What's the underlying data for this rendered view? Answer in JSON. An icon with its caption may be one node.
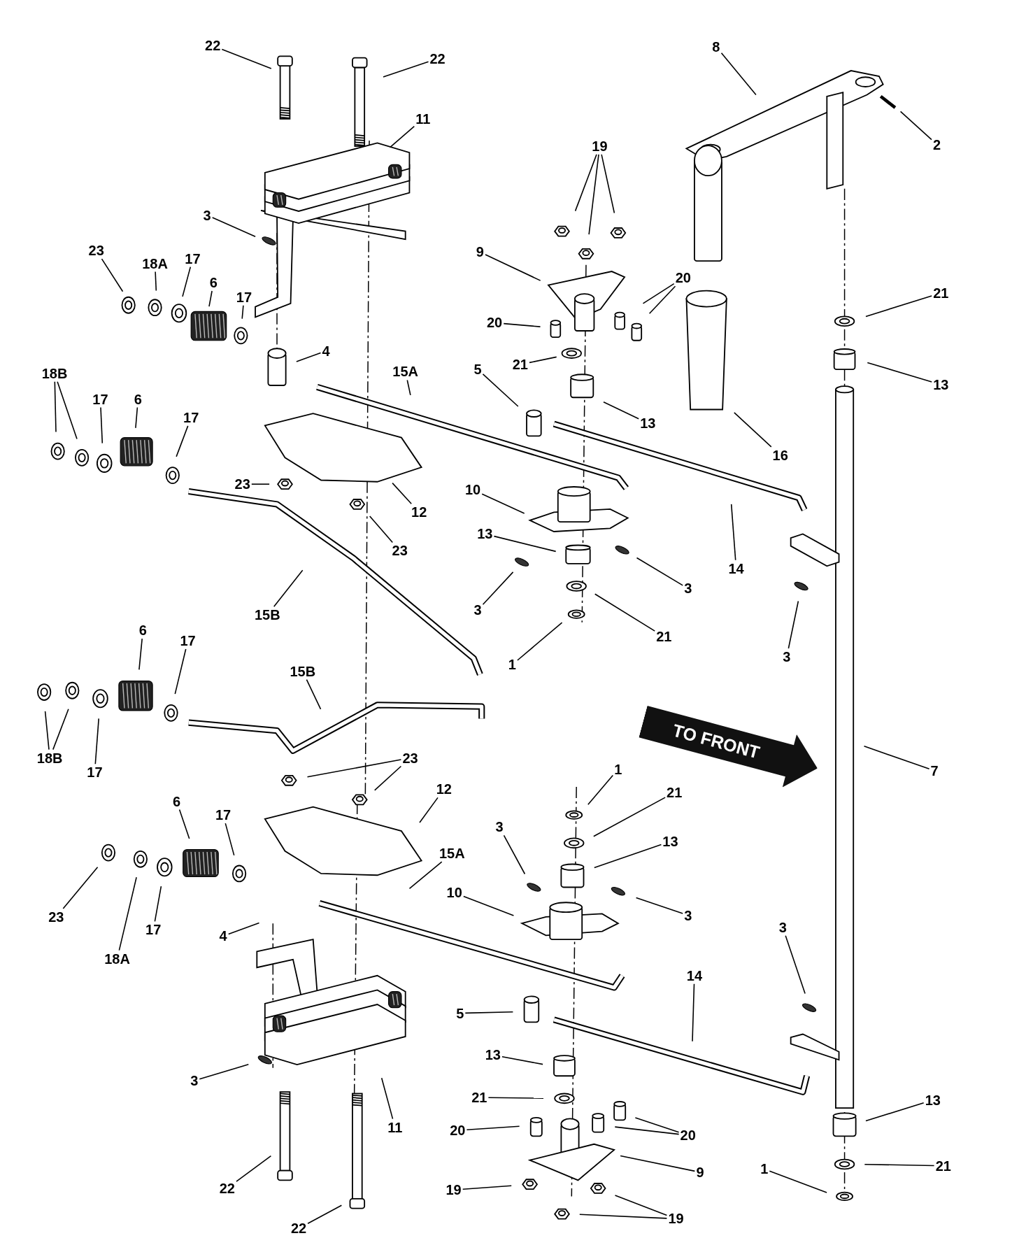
{
  "diagram": {
    "nodes": [
      {
        "text": [
          "22"
        ]
      },
      {
        "text": [
          "22"
        ]
      },
      {
        "text": [
          "11"
        ]
      },
      {
        "text": [
          "8"
        ]
      },
      {
        "text": [
          "2"
        ]
      },
      {
        "text": [
          "19"
        ]
      },
      {
        "text": [
          "3"
        ]
      },
      {
        "text": [
          "23"
        ]
      },
      {
        "text": [
          "18A"
        ]
      },
      {
        "text": [
          "17"
        ]
      },
      {
        "text": [
          "6"
        ]
      },
      {
        "text": [
          "17"
        ]
      },
      {
        "text": [
          "9"
        ]
      },
      {
        "text": [
          "20"
        ]
      },
      {
        "text": [
          "20"
        ]
      },
      {
        "text": [
          "21"
        ]
      },
      {
        "text": [
          "4"
        ]
      },
      {
        "text": [
          "21"
        ]
      },
      {
        "text": [
          "13"
        ]
      },
      {
        "text": [
          "15A"
        ]
      },
      {
        "text": [
          "5"
        ]
      },
      {
        "text": [
          "13"
        ]
      },
      {
        "text": [
          "18B"
        ]
      },
      {
        "text": [
          "17"
        ]
      },
      {
        "text": [
          "6"
        ]
      },
      {
        "text": [
          "17"
        ]
      },
      {
        "text": [
          "16"
        ]
      },
      {
        "text": [
          "23"
        ]
      },
      {
        "text": [
          "12"
        ]
      },
      {
        "text": [
          "10"
        ]
      },
      {
        "text": [
          "23"
        ]
      },
      {
        "text": [
          "13"
        ]
      },
      {
        "text": [
          "14"
        ]
      },
      {
        "text": [
          "15B"
        ]
      },
      {
        "text": [
          "3"
        ]
      },
      {
        "text": [
          "3"
        ]
      },
      {
        "text": [
          "21"
        ]
      },
      {
        "text": [
          "1"
        ]
      },
      {
        "text": [
          "3"
        ]
      },
      {
        "text": [
          "6"
        ]
      },
      {
        "text": [
          "17"
        ]
      },
      {
        "text": [
          "15B"
        ]
      },
      {
        "text": [
          "18B"
        ]
      },
      {
        "text": [
          "17"
        ]
      },
      {
        "text": [
          "23"
        ]
      },
      {
        "text": [
          "1"
        ]
      },
      {
        "text": [
          "21"
        ]
      },
      {
        "text": [
          "7"
        ]
      },
      {
        "text": [
          "12"
        ]
      },
      {
        "text": [
          "6"
        ]
      },
      {
        "text": [
          "17"
        ]
      },
      {
        "text": [
          "15A"
        ]
      },
      {
        "text": [
          "13"
        ]
      },
      {
        "text": [
          "3"
        ]
      },
      {
        "text": [
          "23"
        ]
      },
      {
        "text": [
          "18A"
        ]
      },
      {
        "text": [
          "17"
        ]
      },
      {
        "text": [
          "10"
        ]
      },
      {
        "text": [
          "3"
        ]
      },
      {
        "text": [
          "4"
        ]
      },
      {
        "text": [
          "3"
        ]
      },
      {
        "text": [
          "14"
        ]
      },
      {
        "text": [
          "5"
        ]
      },
      {
        "text": [
          "3"
        ]
      },
      {
        "text": [
          "13"
        ]
      },
      {
        "text": [
          "21"
        ]
      },
      {
        "text": [
          "11"
        ]
      },
      {
        "text": [
          "13"
        ]
      },
      {
        "text": [
          "20"
        ]
      },
      {
        "text": [
          "20"
        ]
      },
      {
        "text": [
          "9"
        ]
      },
      {
        "text": [
          "21"
        ]
      },
      {
        "text": [
          "1"
        ]
      },
      {
        "text": [
          "22"
        ]
      },
      {
        "text": [
          "19"
        ]
      },
      {
        "text": [
          "22"
        ]
      },
      {
        "text": [
          "19"
        ]
      },
      {
        "text": [
          "TO FRONT"
        ]
      }
    ],
    "edges": [
      {
        "from": 0,
        "to": null,
        "arrow": "none"
      },
      {
        "from": 1,
        "to": null,
        "arrow": "none"
      },
      {
        "from": 2,
        "to": null,
        "arrow": "none"
      },
      {
        "from": 3,
        "to": null,
        "arrow": "none"
      },
      {
        "from": 4,
        "to": null,
        "arrow": "none"
      },
      {
        "from": 5,
        "to": null,
        "arrow": "none"
      },
      {
        "from": 5,
        "to": null,
        "arrow": "none"
      },
      {
        "from": 5,
        "to": null,
        "arrow": "none"
      },
      {
        "from": 6,
        "to": null,
        "arrow": "none"
      },
      {
        "from": 7,
        "to": null,
        "arrow": "none"
      },
      {
        "from": 8,
        "to": null,
        "arrow": "none"
      },
      {
        "from": 9,
        "to": null,
        "arrow": "none"
      },
      {
        "from": 10,
        "to": null,
        "arrow": "none"
      },
      {
        "from": 11,
        "to": null,
        "arrow": "none"
      },
      {
        "from": 12,
        "to": null,
        "arrow": "none"
      },
      {
        "from": 13,
        "to": null,
        "arrow": "none"
      },
      {
        "from": 13,
        "to": null,
        "arrow": "none"
      },
      {
        "from": 14,
        "to": null,
        "arrow": "none"
      },
      {
        "from": 15,
        "to": null,
        "arrow": "none"
      },
      {
        "from": 16,
        "to": null,
        "arrow": "none"
      },
      {
        "from": 17,
        "to": null,
        "arrow": "none"
      },
      {
        "from": 18,
        "to": null,
        "arrow": "none"
      },
      {
        "from": 19,
        "to": null,
        "arrow": "none"
      },
      {
        "from": 20,
        "to": null,
        "arrow": "none"
      },
      {
        "from": 21,
        "to": null,
        "arrow": "none"
      },
      {
        "from": 22,
        "to": null,
        "arrow": "none"
      },
      {
        "from": 22,
        "to": null,
        "arrow": "none"
      },
      {
        "from": 23,
        "to": null,
        "arrow": "none"
      },
      {
        "from": 24,
        "to": null,
        "arrow": "none"
      },
      {
        "from": 25,
        "to": null,
        "arrow": "none"
      },
      {
        "from": 26,
        "to": null,
        "arrow": "none"
      },
      {
        "from": 27,
        "to": null,
        "arrow": "none"
      },
      {
        "from": 28,
        "to": null,
        "arrow": "none"
      },
      {
        "from": 29,
        "to": null,
        "arrow": "none"
      },
      {
        "from": 30,
        "to": null,
        "arrow": "none"
      },
      {
        "from": 31,
        "to": null,
        "arrow": "none"
      },
      {
        "from": 32,
        "to": null,
        "arrow": "none"
      },
      {
        "from": 33,
        "to": null,
        "arrow": "none"
      },
      {
        "from": 34,
        "to": null,
        "arrow": "none"
      },
      {
        "from": 35,
        "to": null,
        "arrow": "none"
      },
      {
        "from": 36,
        "to": null,
        "arrow": "none"
      },
      {
        "from": 37,
        "to": null,
        "arrow": "none"
      },
      {
        "from": 38,
        "to": null,
        "arrow": "none"
      },
      {
        "from": 39,
        "to": null,
        "arrow": "none"
      },
      {
        "from": 40,
        "to": null,
        "arrow": "none"
      },
      {
        "from": 41,
        "to": null,
        "arrow": "none"
      },
      {
        "from": 42,
        "to": null,
        "arrow": "none"
      },
      {
        "from": 42,
        "to": null,
        "arrow": "none"
      },
      {
        "from": 43,
        "to": null,
        "arrow": "none"
      },
      {
        "from": 44,
        "to": null,
        "arrow": "none"
      },
      {
        "from": 44,
        "to": null,
        "arrow": "none"
      },
      {
        "from": 45,
        "to": null,
        "arrow": "none"
      },
      {
        "from": 46,
        "to": null,
        "arrow": "none"
      },
      {
        "from": 47,
        "to": null,
        "arrow": "none"
      },
      {
        "from": 48,
        "to": null,
        "arrow": "none"
      },
      {
        "from": 49,
        "to": null,
        "arrow": "none"
      },
      {
        "from": 50,
        "to": null,
        "arrow": "none"
      },
      {
        "from": 51,
        "to": null,
        "arrow": "none"
      },
      {
        "from": 52,
        "to": null,
        "arrow": "none"
      },
      {
        "from": 53,
        "to": null,
        "arrow": "none"
      },
      {
        "from": 54,
        "to": null,
        "arrow": "none"
      },
      {
        "from": 55,
        "to": null,
        "arrow": "none"
      },
      {
        "from": 56,
        "to": null,
        "arrow": "none"
      },
      {
        "from": 57,
        "to": null,
        "arrow": "none"
      },
      {
        "from": 58,
        "to": null,
        "arrow": "none"
      },
      {
        "from": 59,
        "to": null,
        "arrow": "none"
      },
      {
        "from": 60,
        "to": null,
        "arrow": "none"
      },
      {
        "from": 61,
        "to": null,
        "arrow": "none"
      },
      {
        "from": 62,
        "to": null,
        "arrow": "none"
      },
      {
        "from": 63,
        "to": null,
        "arrow": "none"
      },
      {
        "from": 64,
        "to": null,
        "arrow": "none"
      },
      {
        "from": 65,
        "to": null,
        "arrow": "none"
      },
      {
        "from": 66,
        "to": null,
        "arrow": "none"
      },
      {
        "from": 67,
        "to": null,
        "arrow": "none"
      },
      {
        "from": 68,
        "to": null,
        "arrow": "none"
      },
      {
        "from": 69,
        "to": null,
        "arrow": "none"
      },
      {
        "from": 69,
        "to": null,
        "arrow": "none"
      },
      {
        "from": 70,
        "to": null,
        "arrow": "none"
      },
      {
        "from": 71,
        "to": null,
        "arrow": "none"
      },
      {
        "from": 72,
        "to": null,
        "arrow": "none"
      },
      {
        "from": 73,
        "to": null,
        "arrow": "none"
      },
      {
        "from": 74,
        "to": null,
        "arrow": "none"
      },
      {
        "from": 75,
        "to": null,
        "arrow": "none"
      },
      {
        "from": 76,
        "to": null,
        "arrow": "none"
      },
      {
        "from": 76,
        "to": null,
        "arrow": "none"
      }
    ]
  }
}
